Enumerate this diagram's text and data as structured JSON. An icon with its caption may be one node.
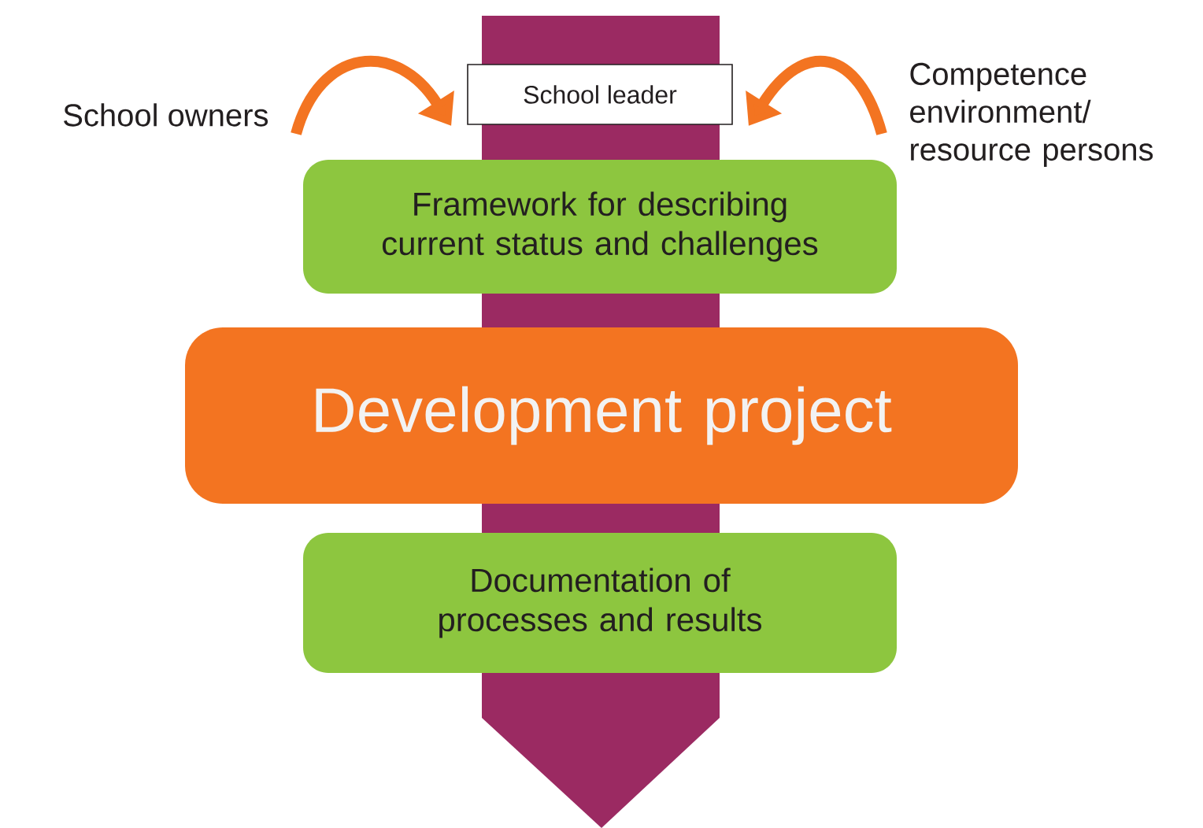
{
  "diagram": {
    "nodes": [
      {
        "text": [
          "School owners"
        ]
      },
      {
        "text": [
          "School leader"
        ]
      },
      {
        "text": [
          "Competence environment/ resource persons"
        ]
      },
      {
        "text": [
          "Framework for describing current status and challenges"
        ]
      },
      {
        "text": [
          "Development project"
        ]
      },
      {
        "text": [
          "Documentation of processes and results"
        ]
      }
    ],
    "edges": [
      {
        "from": 0,
        "to": 1,
        "arrow": "to",
        "color": "#f37421"
      },
      {
        "from": 2,
        "to": 1,
        "arrow": "to",
        "color": "#f37421"
      }
    ]
  }
}
